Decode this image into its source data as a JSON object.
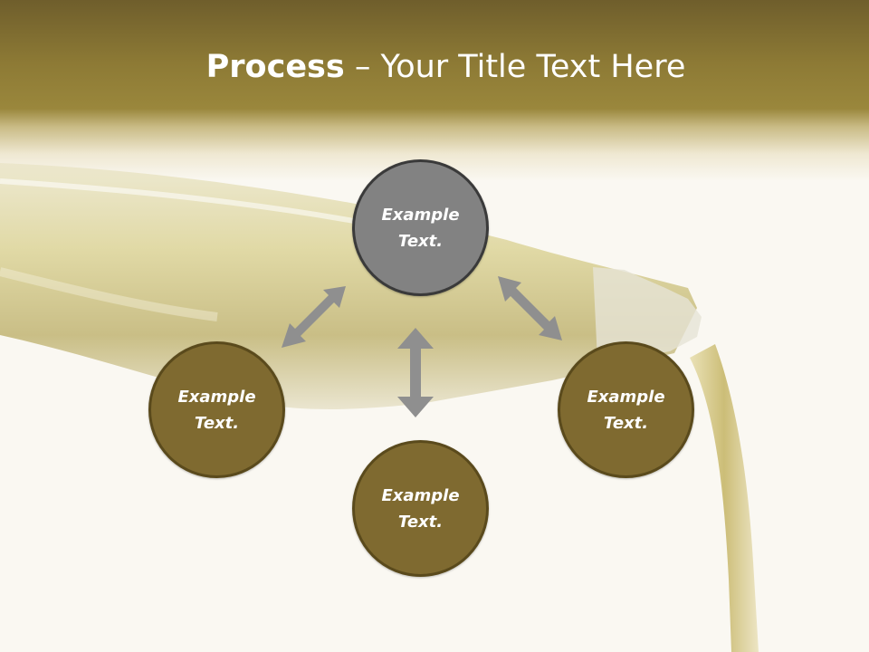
{
  "slide": {
    "title_bold": "Process",
    "title_rest": " – Your Title Text Here"
  },
  "nodes": {
    "top": {
      "line1": "Example",
      "line2": "Text."
    },
    "left": {
      "line1": "Example",
      "line2": "Text."
    },
    "right": {
      "line1": "Example",
      "line2": "Text."
    },
    "bottom": {
      "line1": "Example",
      "line2": "Text."
    }
  },
  "colors": {
    "header": "#8d7a35",
    "olive_fill": "#7f6a30",
    "center_fill": "#828282",
    "arrow": "#8f8f8f",
    "background": "#faf8f2"
  }
}
